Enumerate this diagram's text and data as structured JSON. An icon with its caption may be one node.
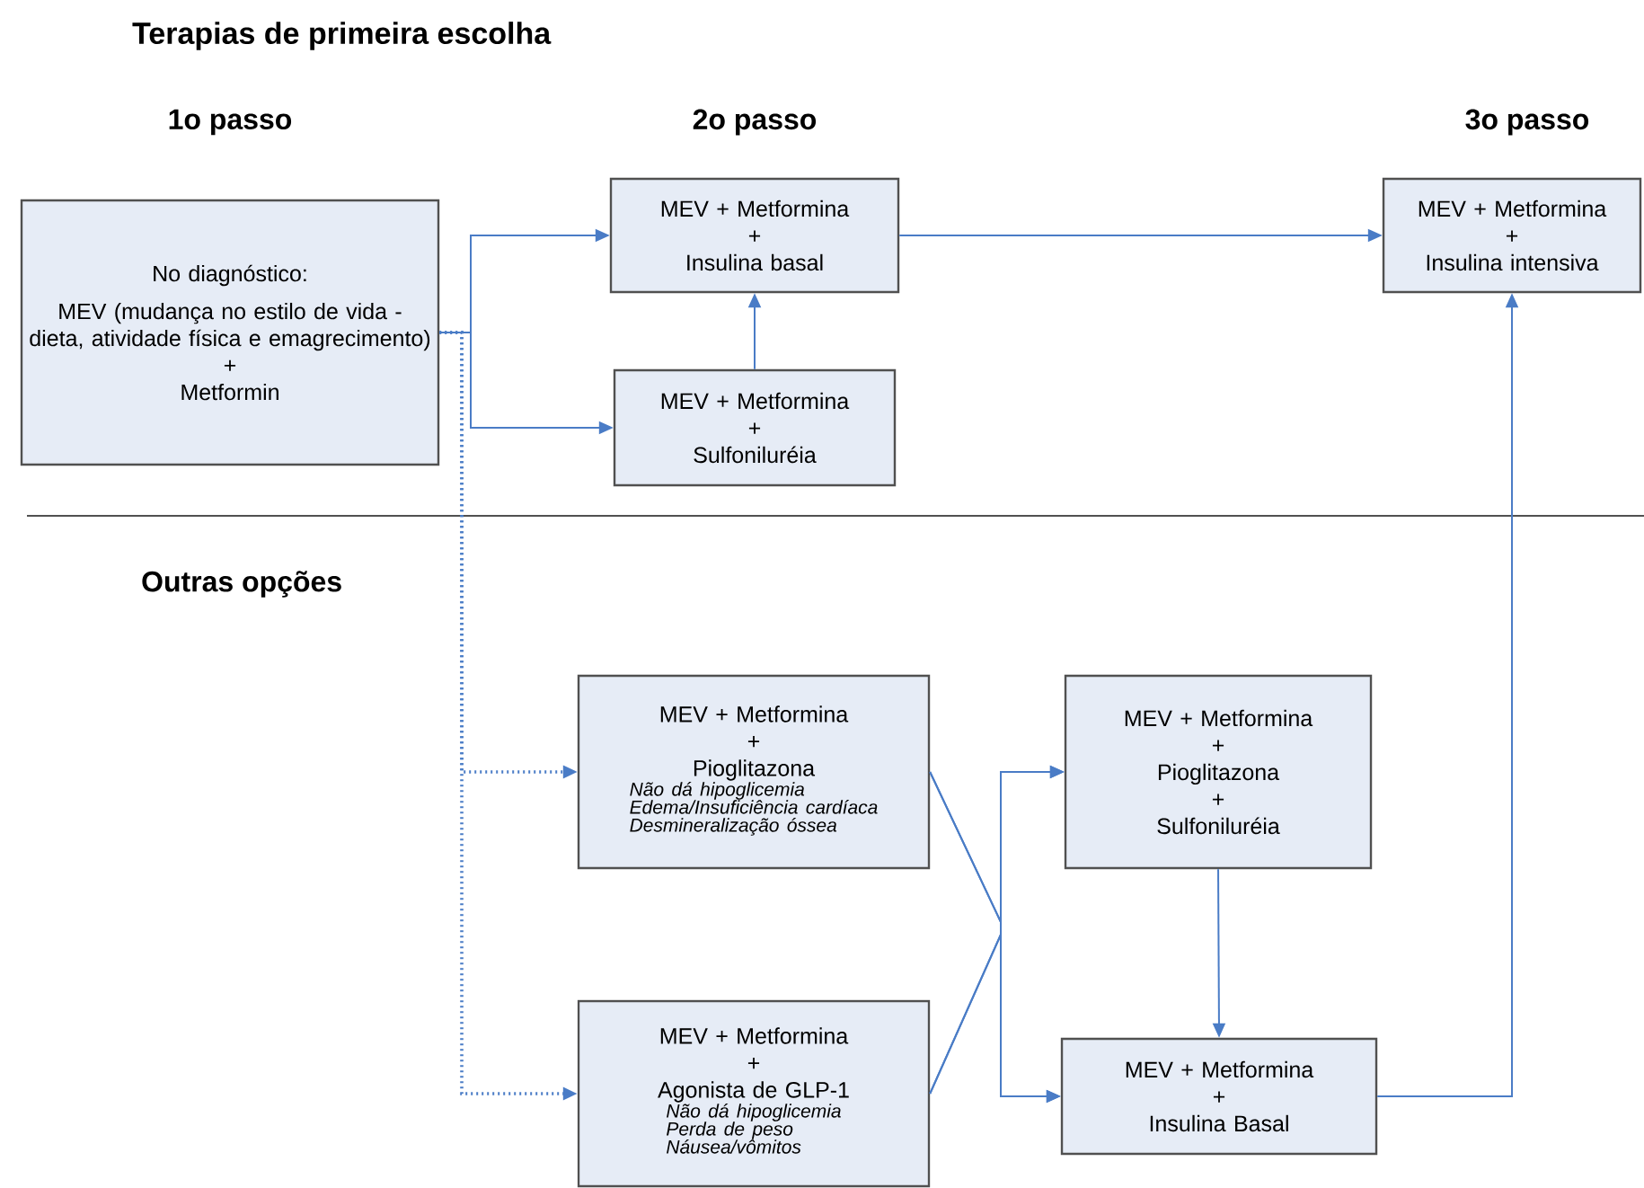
{
  "diagram": {
    "title": "Terapias de primeira escolha",
    "nodes": [
      {
        "text": [
          "No diagnóstico:",
          "MEV (mudança no estilo de vida - dieta, atividade física e emagrecimento)",
          "+",
          "Metformin"
        ]
      },
      {
        "text": [
          "MEV + Metformina",
          "+",
          "Insulina basal"
        ]
      },
      {
        "text": [
          "MEV + Metformina",
          "+",
          "Sulfoniluréia"
        ]
      },
      {
        "text": [
          "MEV + Metformina",
          "+",
          "Insulina intensiva"
        ]
      },
      {
        "text": [
          "MEV + Metformina",
          "+",
          "Pioglitazona",
          "Não dá hipoglicemia",
          "Edema/Insuficiência cardíaca",
          "Desmineralização óssea"
        ]
      },
      {
        "text": [
          "MEV + Metformina",
          "+",
          "Agonista de GLP-1",
          "Não dá hipoglicemia",
          "Perda de peso",
          "Náusea/vômitos"
        ]
      },
      {
        "text": [
          "MEV + Metformina",
          "+",
          "Pioglitazona",
          "+",
          "Sulfoniluréia"
        ]
      },
      {
        "text": [
          "MEV + Metformina",
          "+",
          "Insulina Basal"
        ]
      }
    ],
    "edges": [
      {
        "from": 0,
        "to": 1,
        "arrow": "to"
      },
      {
        "from": 0,
        "to": 2,
        "arrow": "to"
      },
      {
        "from": 2,
        "to": 1,
        "arrow": "to"
      },
      {
        "from": 1,
        "to": 3,
        "arrow": "to"
      },
      {
        "from": 0,
        "to": 4,
        "arrow": "to",
        "style": "dashed"
      },
      {
        "from": 0,
        "to": 5,
        "arrow": "to",
        "style": "dashed"
      },
      {
        "from": 4,
        "to": 6,
        "arrow": "to"
      },
      {
        "from": 4,
        "to": 7,
        "arrow": "to"
      },
      {
        "from": 5,
        "to": 6,
        "arrow": "to"
      },
      {
        "from": 5,
        "to": 7,
        "arrow": "to"
      },
      {
        "from": 6,
        "to": 7,
        "arrow": "to"
      },
      {
        "from": 7,
        "to": 3,
        "arrow": "to"
      }
    ],
    "labels": [
      "1o passo",
      "2o passo",
      "3o passo",
      "Outras opções"
    ]
  }
}
